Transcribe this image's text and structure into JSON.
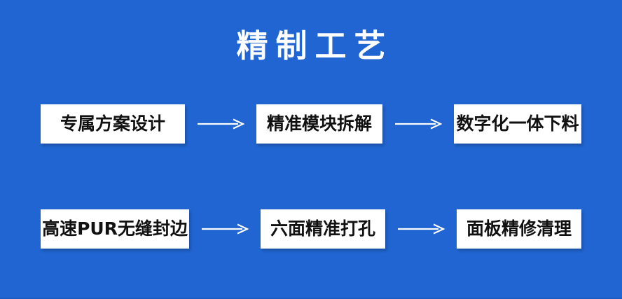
{
  "poster": {
    "title": "精制工艺",
    "background_color": "#2065d1",
    "box_background_color": "#ffffff",
    "box_text_color": "#111111",
    "title_color": "#ffffff",
    "arrow_color": "#ffffff"
  },
  "flow": {
    "rows": [
      {
        "row_index": 1,
        "steps": [
          {
            "label": "专属方案设计"
          },
          {
            "label": "精准模块拆解"
          },
          {
            "label": "数字化一体下料"
          }
        ],
        "connectors": [
          {
            "icon": "arrow-right-icon"
          },
          {
            "icon": "arrow-right-icon"
          }
        ]
      },
      {
        "row_index": 2,
        "steps": [
          {
            "label": "高速PUR无缝封边"
          },
          {
            "label": "六面精准打孔"
          },
          {
            "label": "面板精修清理"
          }
        ],
        "connectors": [
          {
            "icon": "arrow-right-icon"
          },
          {
            "icon": "arrow-right-icon"
          }
        ]
      }
    ]
  }
}
